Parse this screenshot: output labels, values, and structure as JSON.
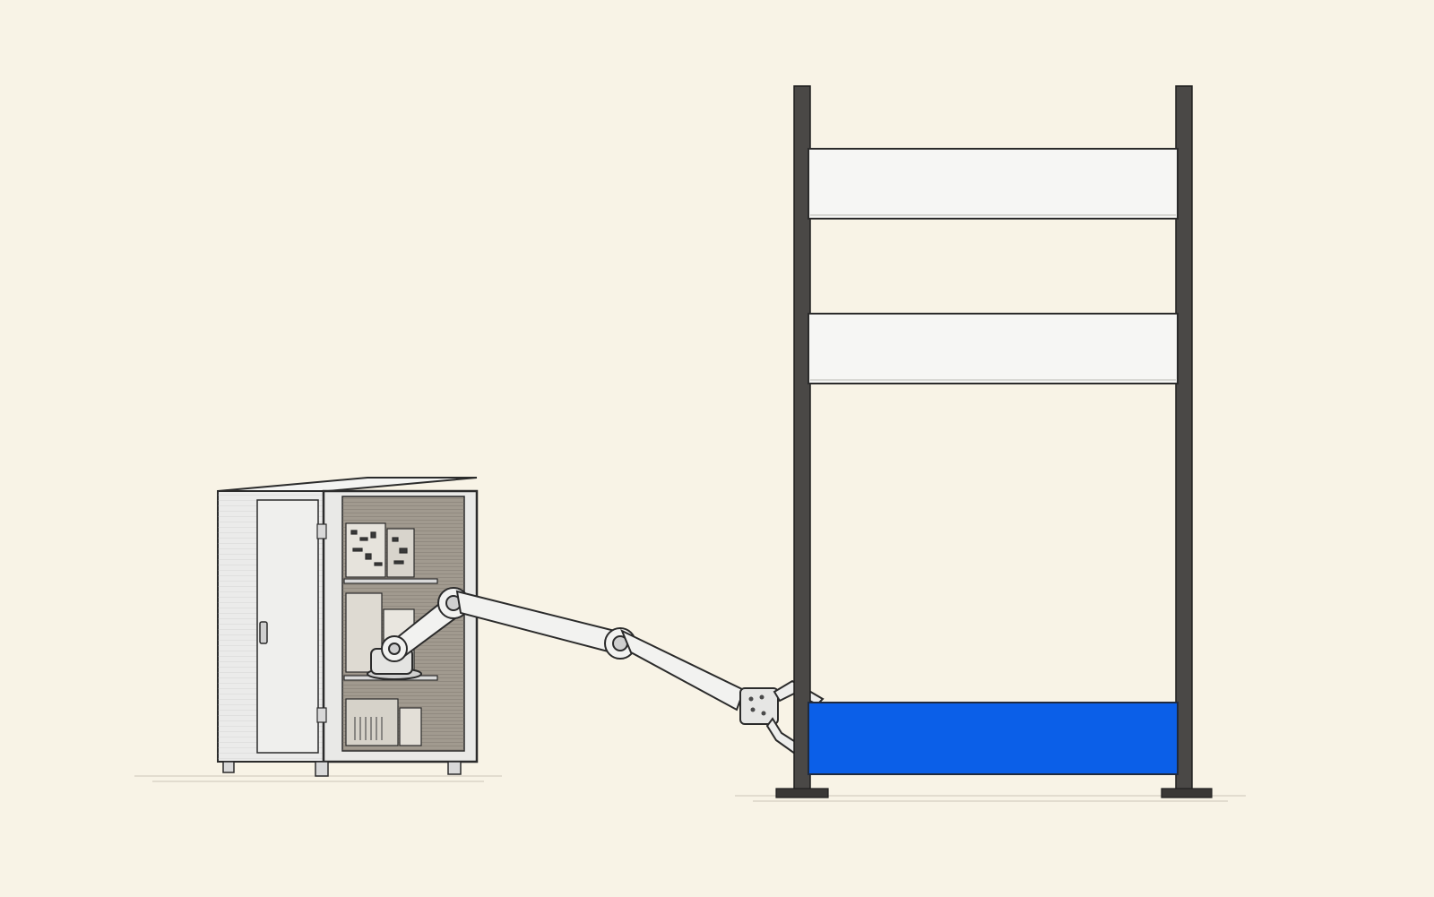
{
  "scene": {
    "background_color": "#f8f3e6",
    "ink_color": "#2b2b2b",
    "cabinet_color": "#ececec",
    "panel_color": "#f6f6f4",
    "highlight_color": "#0b5fe8",
    "rack": {
      "slots": [
        {
          "state": "empty"
        },
        {
          "state": "empty"
        },
        {
          "state": "filled",
          "color": "#0b5fe8"
        }
      ]
    },
    "icons": [
      "server-cabinet-icon",
      "robotic-arm-icon",
      "shelf-rack-icon"
    ]
  }
}
